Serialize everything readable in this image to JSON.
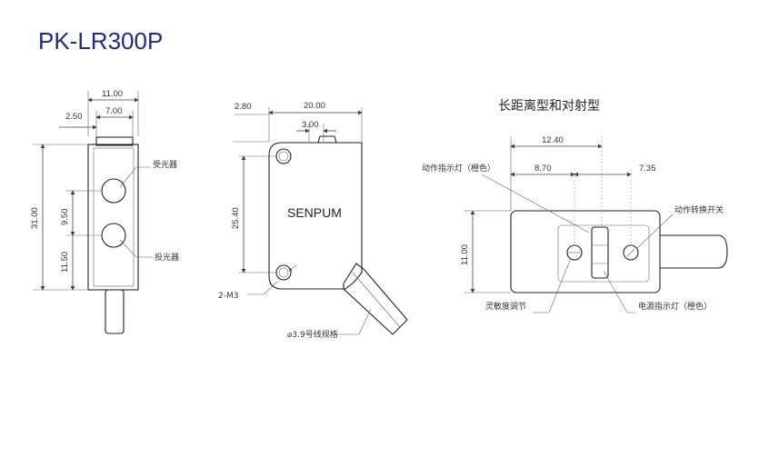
{
  "title": "PK-LR300P",
  "subtitle": "长距离型和对射型",
  "left_view": {
    "dim_width": "11.00",
    "dim_offset": "2.50",
    "dim_inner": "7.00",
    "dim_height": "31.00",
    "dim_lens_spacing": "9.50",
    "dim_lens_bottom": "11.50",
    "label_receiver": "受光器",
    "label_emitter": "投光器"
  },
  "middle_view": {
    "dim_left": "2.80",
    "dim_width": "20.00",
    "dim_top": "3.00",
    "dim_hole_spacing": "25.40",
    "brand": "SENPUM",
    "label_screw": "2-M3",
    "label_cable": "⌀3.9号线规格"
  },
  "right_view": {
    "dim_total": "12.40",
    "dim_a": "8.70",
    "dim_b": "7.35",
    "dim_height": "11.00",
    "label_action_light": "动作指示灯（橙色）",
    "label_action_switch": "动作转换开关",
    "label_sensitivity": "灵敏度调节",
    "label_power_light": "电源指示灯（橙色）"
  }
}
